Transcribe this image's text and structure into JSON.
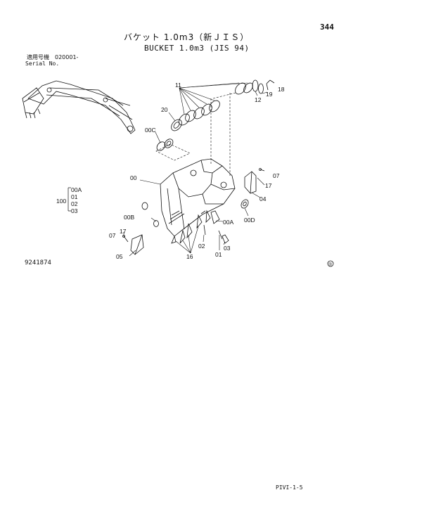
{
  "page": {
    "page_number": "344",
    "title_jp": "バケット 1.0m3（新ＪＩＳ）",
    "title_en": "BUCKET 1.0m3 (JIS 94)",
    "serial_label_jp": "適用号機　020001-",
    "serial_label_en": "Serial No.",
    "drawing_number": "9241874",
    "footer_code": "PIVI-1-5"
  },
  "group_bracket": {
    "label": "100",
    "items": [
      "00A",
      "01",
      "02",
      "03"
    ]
  },
  "callouts": {
    "c11": "11",
    "c12": "12",
    "c19": "19",
    "c18": "18",
    "c20": "20",
    "c00C": "00C",
    "c00": "00",
    "c07a": "07",
    "c17a": "17",
    "c04": "04",
    "c00D": "00D",
    "c00B": "00B",
    "c00A": "00A",
    "c07b": "07",
    "c17b": "17",
    "c05": "05",
    "c02": "02",
    "c03": "03",
    "c16": "16",
    "c01": "01"
  }
}
